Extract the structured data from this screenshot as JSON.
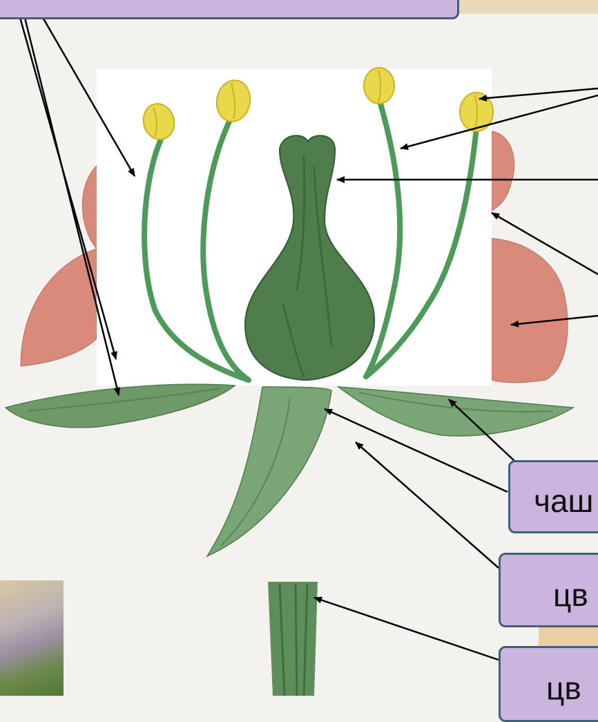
{
  "labels": {
    "top": "",
    "sepals": "чаш",
    "receptacle": "цв",
    "pedicel": "цв"
  },
  "colors": {
    "petal": "#d98a7a",
    "sepal": "#6e9a6a",
    "pistil": "#4f7d4c",
    "stamen_filament": "#4e9a5a",
    "anther": "#e9d84a",
    "label_fill": "#cbb5df",
    "label_border": "#3f5f7a",
    "arrow": "#000000"
  }
}
